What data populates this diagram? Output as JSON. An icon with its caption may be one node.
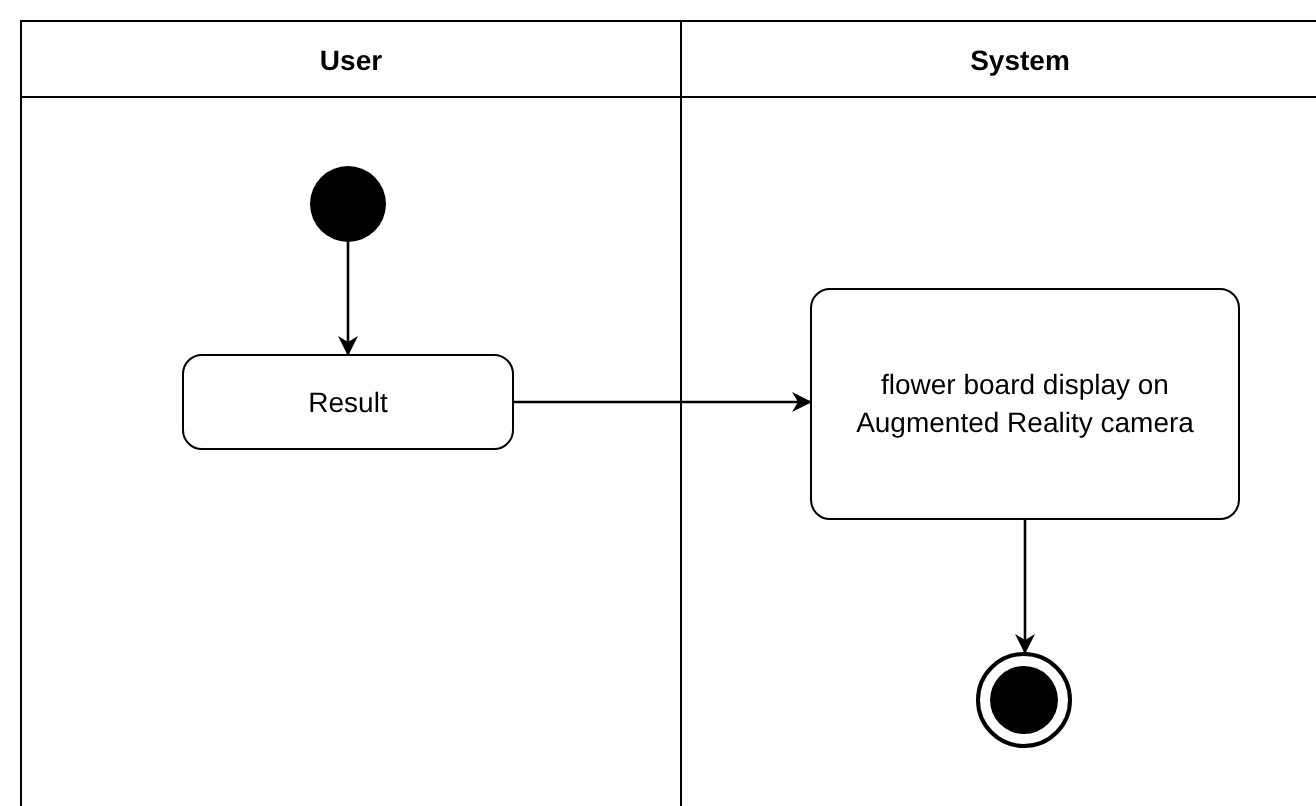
{
  "diagram": {
    "nodes": [
      {
        "text": [
          "User"
        ]
      },
      {
        "text": [
          "System"
        ]
      },
      {
        "text": [],
        "shape": "circle",
        "in": 0
      },
      {
        "text": [
          "Result"
        ],
        "in": 0
      },
      {
        "text": [
          "flower board display on Augmented Reality camera"
        ],
        "in": 1
      },
      {
        "text": [],
        "shape": "circle",
        "in": 1
      }
    ],
    "edges": [
      {
        "from": 2,
        "to": 3,
        "arrow": "to"
      },
      {
        "from": 3,
        "to": 4,
        "arrow": "to"
      },
      {
        "from": 4,
        "to": 5,
        "arrow": "to"
      }
    ]
  }
}
